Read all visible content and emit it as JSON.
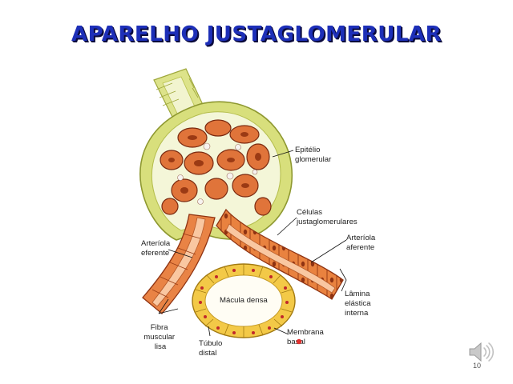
{
  "slide": {
    "title": "APARELHO JUSTAGLOMERULAR",
    "page_number": "10"
  },
  "labels": {
    "epitelio": [
      "Epitélio",
      "glomerular"
    ],
    "celulas": [
      "Células",
      "justaglomerulares"
    ],
    "arteriola_aferente": [
      "Arteríola",
      "aferente"
    ],
    "arteriola_eferente": [
      "Arteríola",
      "eferente"
    ],
    "lamina": [
      "Lâmina",
      "elástica",
      "interna"
    ],
    "macula": "Mácula densa",
    "membrana": [
      "Membrana",
      "basal"
    ],
    "tubulo": [
      "Túbulo",
      "distal"
    ],
    "fibra": [
      "Fibra",
      "muscular",
      "lisa"
    ]
  },
  "icons": {
    "speaker": "speaker-icon"
  },
  "colors": {
    "title": "#1d2fb8",
    "capsule": "#d8df7c",
    "capsule_edge": "#b7c04a",
    "vessel": "#e07a3c",
    "vessel_dark": "#b2461c",
    "macula_ring": "#f5d35a"
  }
}
